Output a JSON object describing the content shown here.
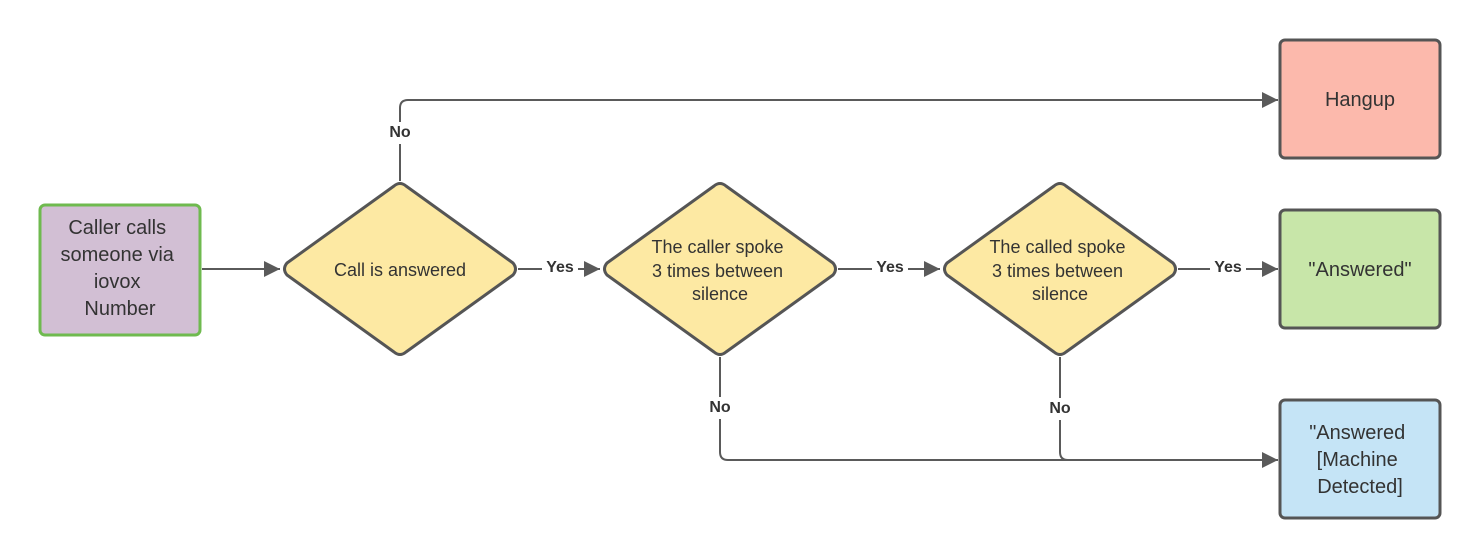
{
  "nodes": {
    "start": {
      "lines": [
        "Caller calls",
        "someone via",
        "iovox",
        "Number"
      ],
      "fill": "#d2bfd4",
      "stroke": "#6fba4f"
    },
    "answered_q": {
      "lines": [
        "Call is answered"
      ],
      "fill": "#fde9a3",
      "stroke": "#555555"
    },
    "caller_spoke_q": {
      "lines": [
        "The caller spoke",
        "3 times between",
        "silence"
      ],
      "fill": "#fde9a3",
      "stroke": "#555555"
    },
    "called_spoke_q": {
      "lines": [
        "The called spoke",
        "3 times between",
        "silence"
      ],
      "fill": "#fde9a3",
      "stroke": "#555555"
    },
    "hangup": {
      "lines": [
        "Hangup"
      ],
      "fill": "#fcb9ac",
      "stroke": "#555555"
    },
    "answered": {
      "lines": [
        "\"Answered\""
      ],
      "fill": "#c8e6a9",
      "stroke": "#555555"
    },
    "machine": {
      "lines": [
        "\"Answered",
        "[Machine",
        "Detected]"
      ],
      "fill": "#c5e4f6",
      "stroke": "#555555"
    }
  },
  "edges": {
    "answered_no": "No",
    "answered_yes": "Yes",
    "caller_yes": "Yes",
    "caller_no": "No",
    "called_yes": "Yes",
    "called_no": "No"
  },
  "colors": {
    "edge": "#5a5a5a",
    "text": "#333333"
  }
}
